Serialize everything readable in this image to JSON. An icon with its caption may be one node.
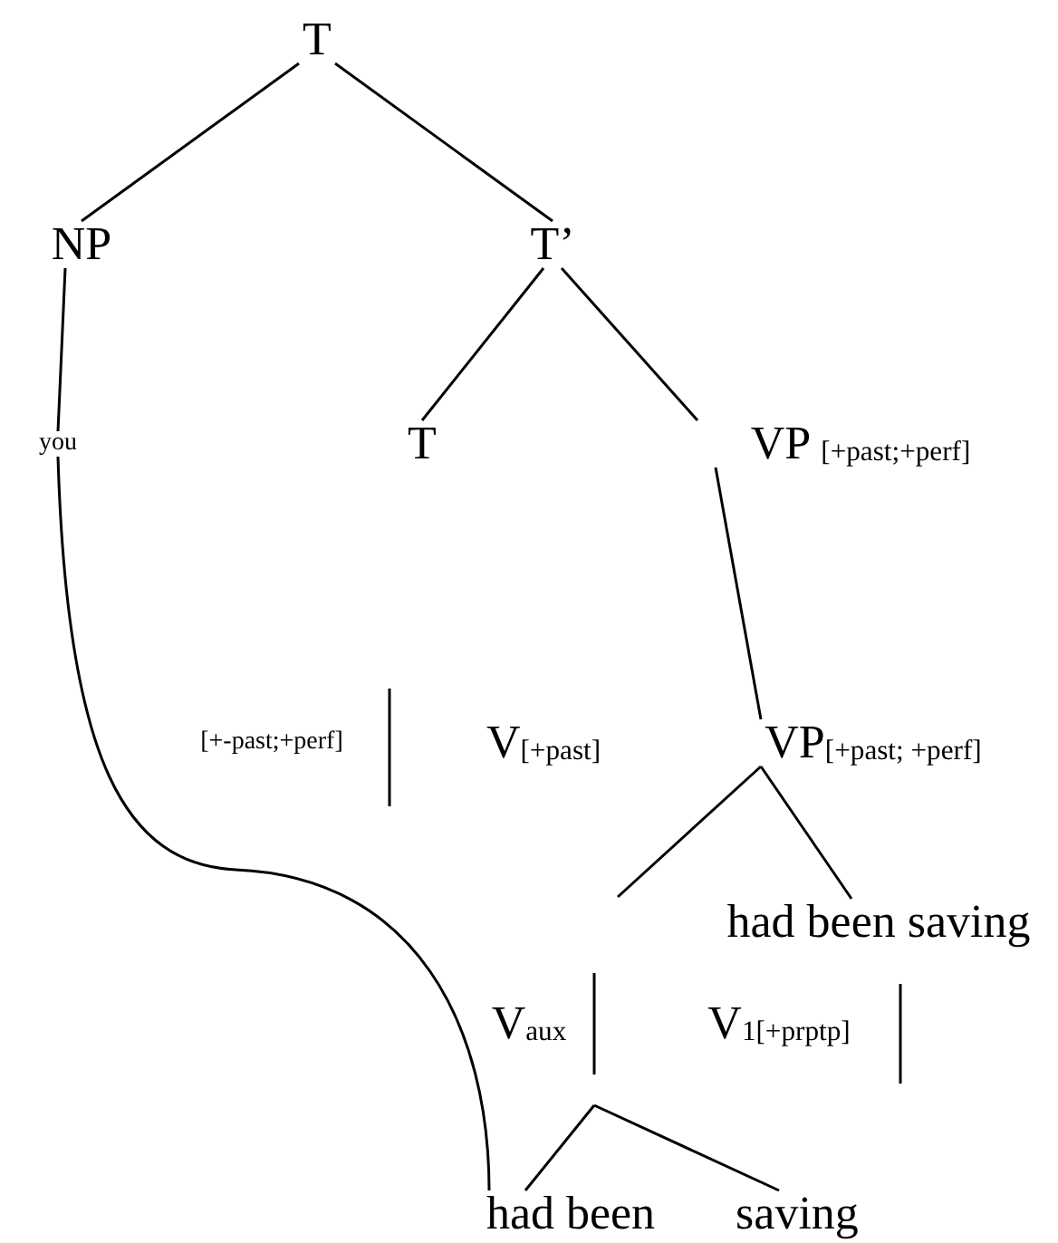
{
  "diagram": {
    "nodes": [
      {
        "text": [
          "T"
        ]
      },
      {
        "text": [
          "NP"
        ]
      },
      {
        "text": [
          "T’"
        ]
      },
      {
        "text": [
          "you"
        ]
      },
      {
        "text": [
          "T"
        ]
      },
      {
        "text": [
          "VP $_{[+past;+perf]}$"
        ]
      },
      {
        "text": [
          "VP$_{[+past; +perf]}$"
        ]
      },
      {
        "text": [
          "had been saving"
        ]
      },
      {
        "text": [
          "had been"
        ]
      },
      {
        "text": [
          "saving"
        ]
      }
    ],
    "edges": [
      {
        "from": 0,
        "to": 1,
        "arrow": "none"
      },
      {
        "from": 0,
        "to": 2,
        "arrow": "none"
      },
      {
        "from": 1,
        "to": 3,
        "arrow": "none"
      },
      {
        "from": 2,
        "to": 4,
        "arrow": "none"
      },
      {
        "from": 2,
        "to": 5,
        "arrow": "none"
      },
      {
        "from": 5,
        "to": 6,
        "arrow": "none"
      },
      {
        "from": 6,
        "to": 7,
        "arrow": "none"
      },
      {
        "from": 6,
        "to": null,
        "arrow": "none"
      },
      {
        "from": 3,
        "to": 8,
        "arrow": "none"
      },
      {
        "from": null,
        "to": 8,
        "arrow": "none"
      },
      {
        "from": null,
        "to": 9,
        "arrow": "none"
      }
    ],
    "labels": [
      "[+-past;+perf]",
      "V$_{[+past]}$",
      "V$_{aux}$",
      "V$_{1[+prptp]}$"
    ]
  }
}
